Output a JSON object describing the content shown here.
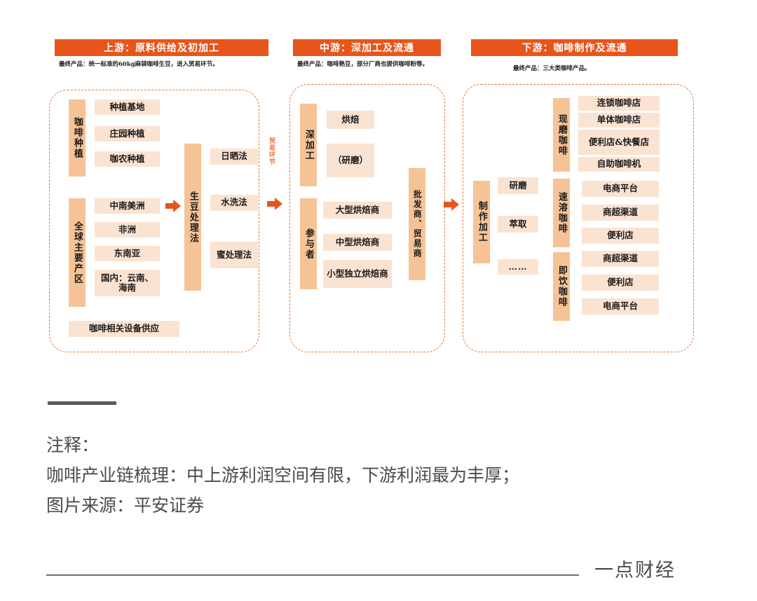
{
  "diagram": {
    "columns": [
      {
        "id": "upstream",
        "header": "上游：原料供给及初加工",
        "desc": "最终产品：统一标准的60kg麻袋咖啡生豆，进入贸易环节。",
        "groups": [
          {
            "label": "咖啡种植",
            "items": [
              "种植基地",
              "庄园种植",
              "咖农种植"
            ]
          },
          {
            "label": "全球主要产区",
            "items": [
              "中南美洲",
              "非洲",
              "东南亚",
              "国内：云南、海南"
            ]
          },
          {
            "label": "生豆处理法",
            "items": [
              "日晒法",
              "水洗法",
              "蜜处理法"
            ]
          }
        ],
        "standalone": "咖啡相关设备供应"
      },
      {
        "id": "midstream",
        "header": "中游：深加工及流通",
        "desc": "最终产品：咖啡熟豆，部分厂商也提供咖啡粉等。",
        "groups": [
          {
            "label": "深加工",
            "items": [
              "烘焙",
              "（研磨）"
            ]
          },
          {
            "label": "参与者",
            "items": [
              "大型烘焙商",
              "中型烘焙商",
              "小型独立烘焙商"
            ]
          },
          {
            "label": "批发商、贸易商",
            "items": []
          }
        ]
      },
      {
        "id": "downstream",
        "header": "下游：咖啡制作及流通",
        "desc": "最终产品：三大类咖啡产品。",
        "groups": [
          {
            "label": "制作加工",
            "items": [
              "研磨",
              "萃取",
              "……"
            ]
          },
          {
            "label": "现磨咖啡",
            "items": [
              "连锁咖啡店",
              "单体咖啡店",
              "便利店&快餐店",
              "自助咖啡机"
            ]
          },
          {
            "label": "速溶咖啡",
            "items": [
              "电商平台",
              "商超渠道",
              "便利店"
            ]
          },
          {
            "label": "即饮咖啡",
            "items": [
              "商超渠道",
              "便利店",
              "电商平台"
            ]
          }
        ]
      }
    ],
    "trade_link_label": "贸易环节"
  },
  "caption": {
    "line1": "注释：",
    "line2": "咖啡产业链梳理：中上游利润空间有限，下游利润最为丰厚；",
    "line3": "图片来源：平安证券"
  },
  "brand": "一点财经",
  "colors": {
    "header_orange": "#E8551B",
    "strip_orange": "#F6C396",
    "pill_peach": "#FBE3D2",
    "dash_border": "#E8763F",
    "caption_gray": "#4b4b4b"
  }
}
